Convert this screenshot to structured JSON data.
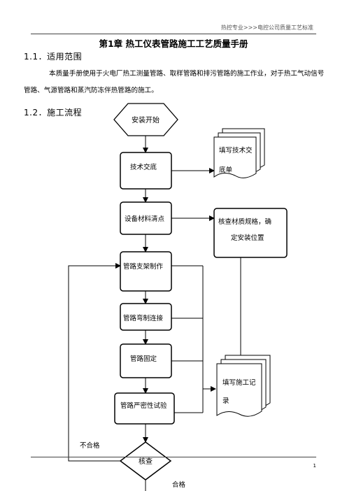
{
  "header": {
    "text": "热控专业>>>电控公司质量工艺标准"
  },
  "chapter_title": "第1章 热工仪表管路施工工艺质量手册",
  "section1": {
    "heading": "1.1．适用范围",
    "body": "本质量手册使用于火电厂热工测量管路、取样管路和排污管路的施工作业，对于热工气动信号管路、气源管路和蒸汽防冻伴热管路的施工。"
  },
  "section2": {
    "heading": "1.2．施工流程"
  },
  "flowchart": {
    "start": "安装开始",
    "step1": "技术交底",
    "step2": "设备材料清点",
    "step3": "管路支架制作",
    "step4": "管路弯制连接",
    "step5": "管路固定",
    "step6": "管路严密性试验",
    "decision": "核查",
    "doc1": [
      "填写技术交",
      "底单"
    ],
    "doc2": [
      "核查材质规格，确",
      "定安装位置"
    ],
    "doc3": [
      "填写施工记",
      "录"
    ],
    "fail_label": "不合格",
    "pass_label": "合格"
  },
  "footer": {
    "page_number": "1"
  }
}
